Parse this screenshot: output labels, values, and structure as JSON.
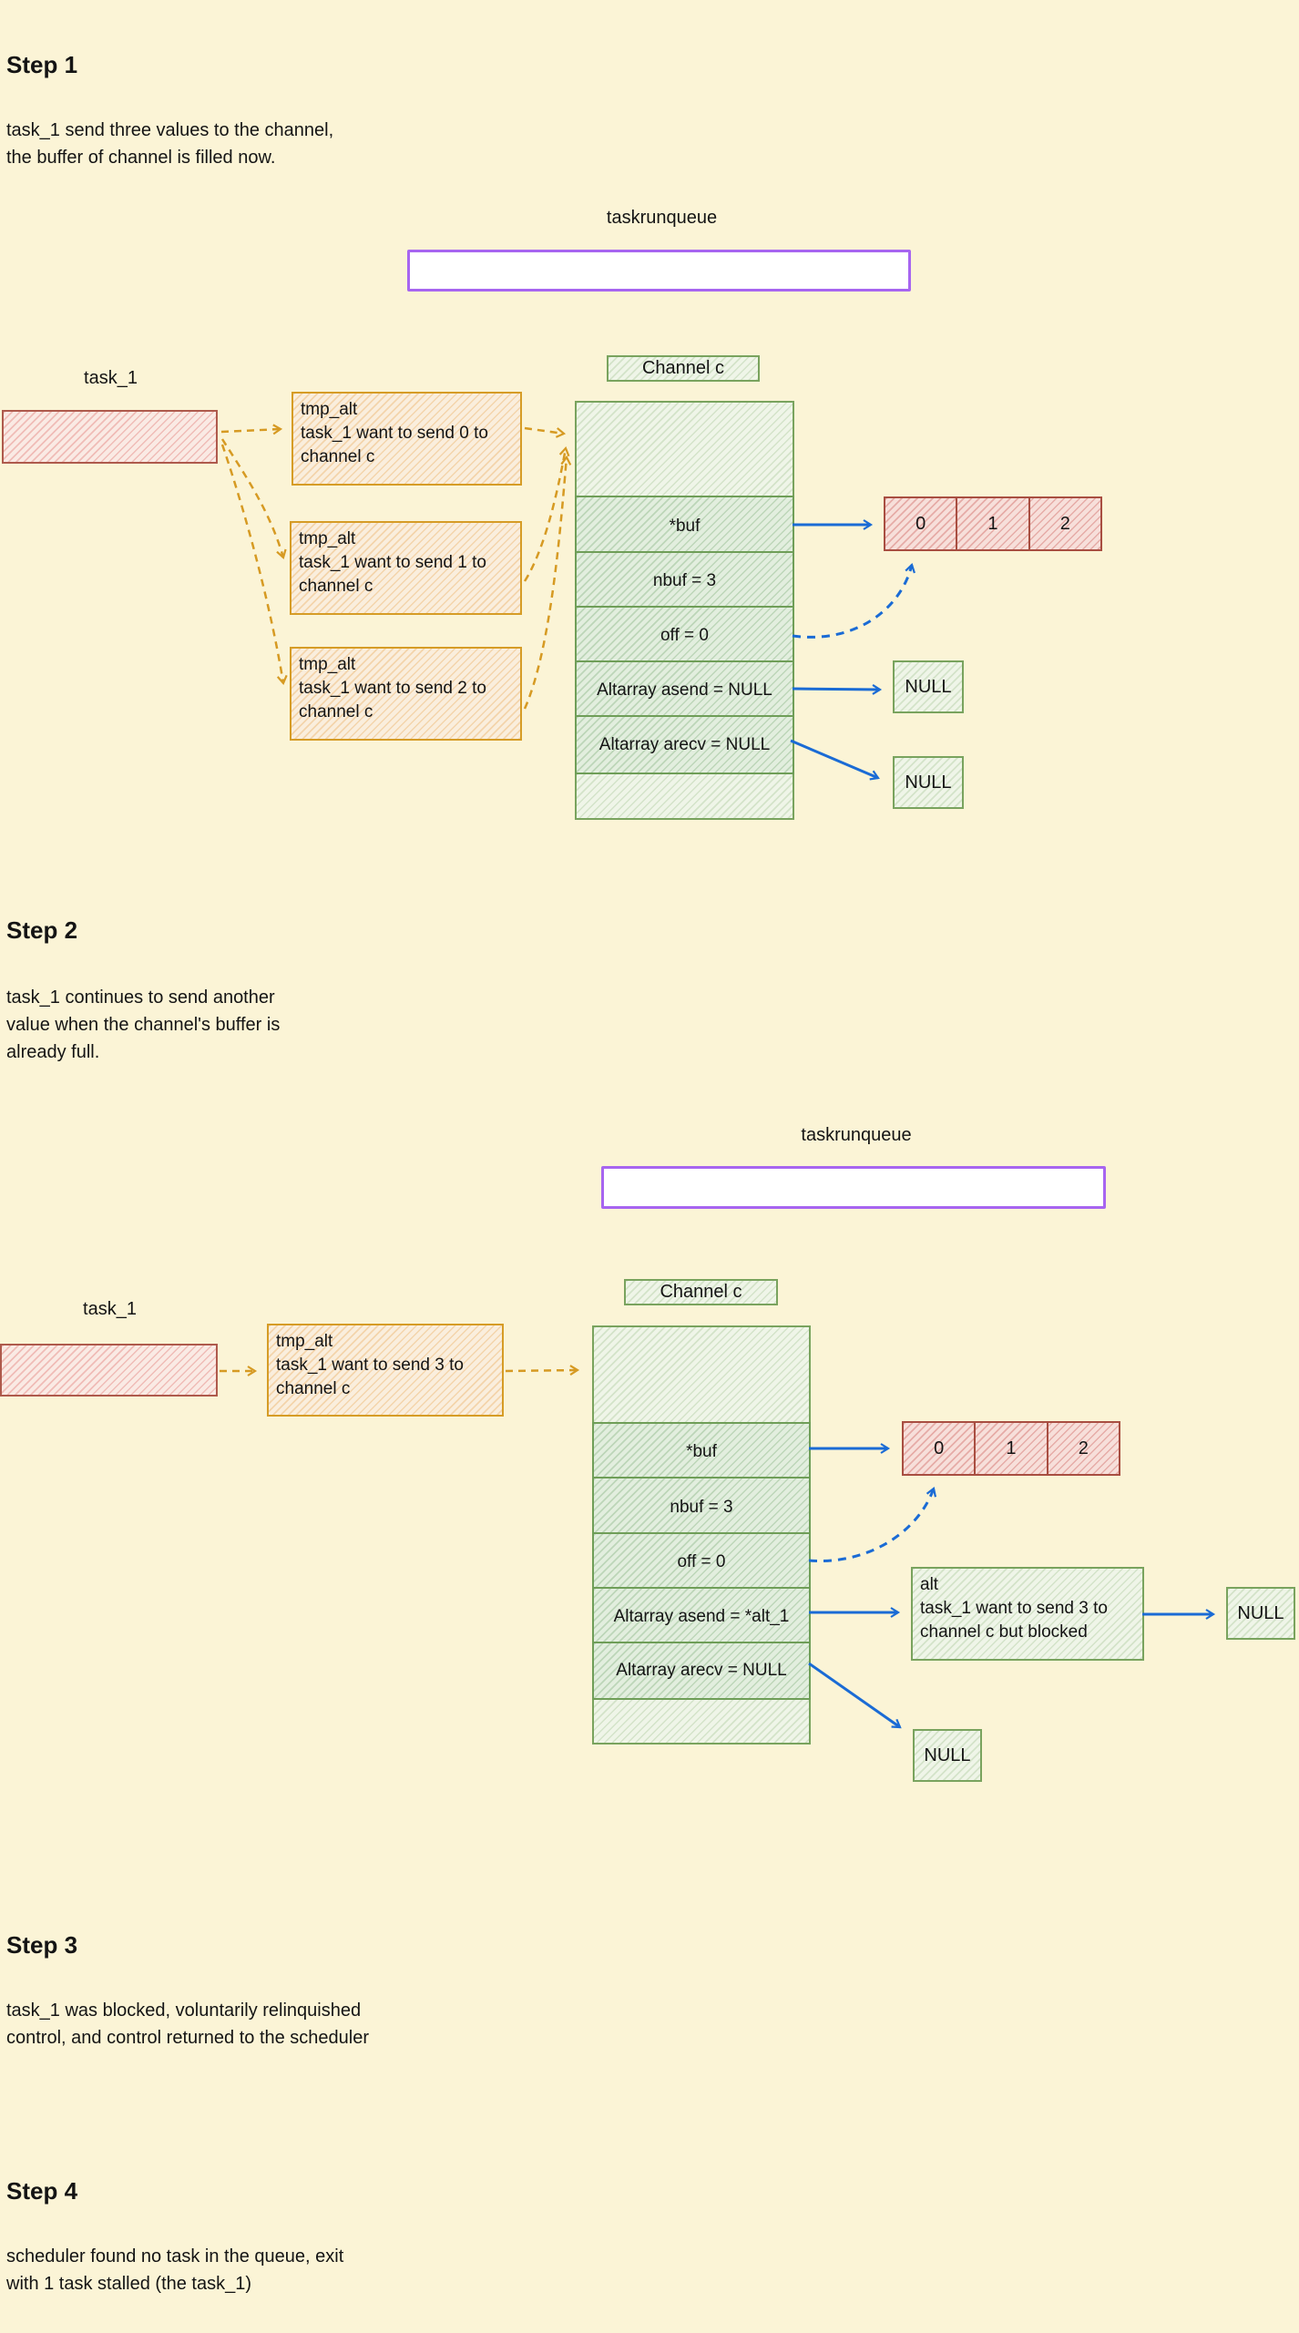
{
  "colors": {
    "background": "#FBF4D6",
    "red_border": "#AE5A4C",
    "orange_border": "#D69C26",
    "green_border": "#79A35E",
    "purple_border": "#A765F0",
    "blue_arrow": "#1A6BD5",
    "orange_arrow": "#D69A23"
  },
  "step1": {
    "title": "Step 1",
    "description": "task_1 send three values to the channel,\nthe buffer of channel is filled now.",
    "taskrunqueue_label": "taskrunqueue",
    "task1_label": "task_1",
    "tmp_boxes": [
      {
        "title": "tmp_alt",
        "text": "task_1 want to send 0 to channel c"
      },
      {
        "title": "tmp_alt",
        "text": "task_1 want to send 1 to channel c"
      },
      {
        "title": "tmp_alt",
        "text": "task_1 want to send 2 to channel c"
      }
    ],
    "channel_label": "Channel c",
    "struct_rows": [
      "*buf",
      "nbuf = 3",
      "off = 0",
      "Altarray asend = NULL",
      "Altarray arecv = NULL"
    ],
    "buffer_cells": [
      "0",
      "1",
      "2"
    ],
    "null_asend": "NULL",
    "null_arecv": "NULL"
  },
  "step2": {
    "title": "Step 2",
    "description": "task_1 continues to send another\nvalue when the channel's buffer is\nalready full.",
    "taskrunqueue_label": "taskrunqueue",
    "task1_label": "task_1",
    "tmp_box": {
      "title": "tmp_alt",
      "text": "task_1 want to send 3 to channel c"
    },
    "channel_label": "Channel c",
    "struct_rows": [
      "*buf",
      "nbuf = 3",
      "off = 0",
      "Altarray asend = *alt_1",
      "Altarray arecv = NULL"
    ],
    "buffer_cells": [
      "0",
      "1",
      "2"
    ],
    "alt_box": {
      "title": "alt",
      "text": "task_1 want to send 3 to channel c but blocked"
    },
    "null_right": "NULL",
    "null_arecv": "NULL"
  },
  "step3": {
    "title": "Step 3",
    "description": "task_1 was blocked, voluntarily relinquished\ncontrol, and control returned to the scheduler"
  },
  "step4": {
    "title": "Step 4",
    "description": "scheduler found no task in the queue, exit\nwith 1 task stalled (the task_1)"
  }
}
